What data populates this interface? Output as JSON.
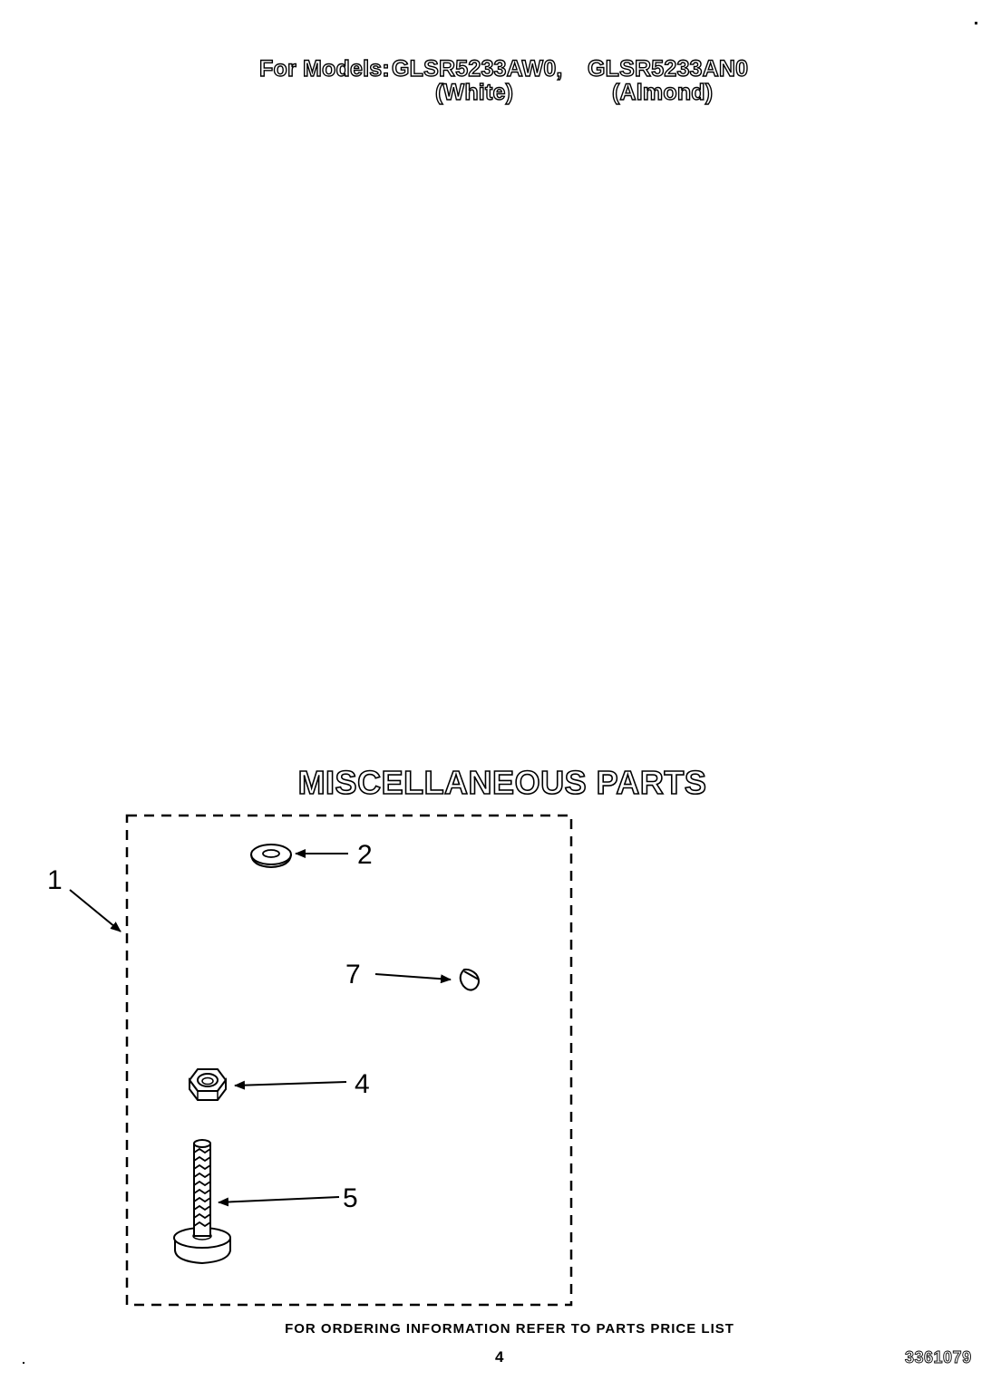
{
  "header": {
    "prefix": "For Models:",
    "models": [
      {
        "code": "GLSR5233AW0,",
        "variant": "(White)"
      },
      {
        "code": "GLSR5233AN0",
        "variant": "(Almond)"
      }
    ]
  },
  "section_title": "MISCELLANEOUS PARTS",
  "callouts": {
    "kit": "1",
    "washer": "2",
    "clip": "7",
    "nut": "4",
    "screw": "5"
  },
  "footer": {
    "ordering_note": "FOR ORDERING INFORMATION REFER TO PARTS PRICE LIST",
    "page_number": "4",
    "doc_number": "3361079"
  },
  "colors": {
    "ink": "#000000",
    "paper": "#ffffff"
  }
}
